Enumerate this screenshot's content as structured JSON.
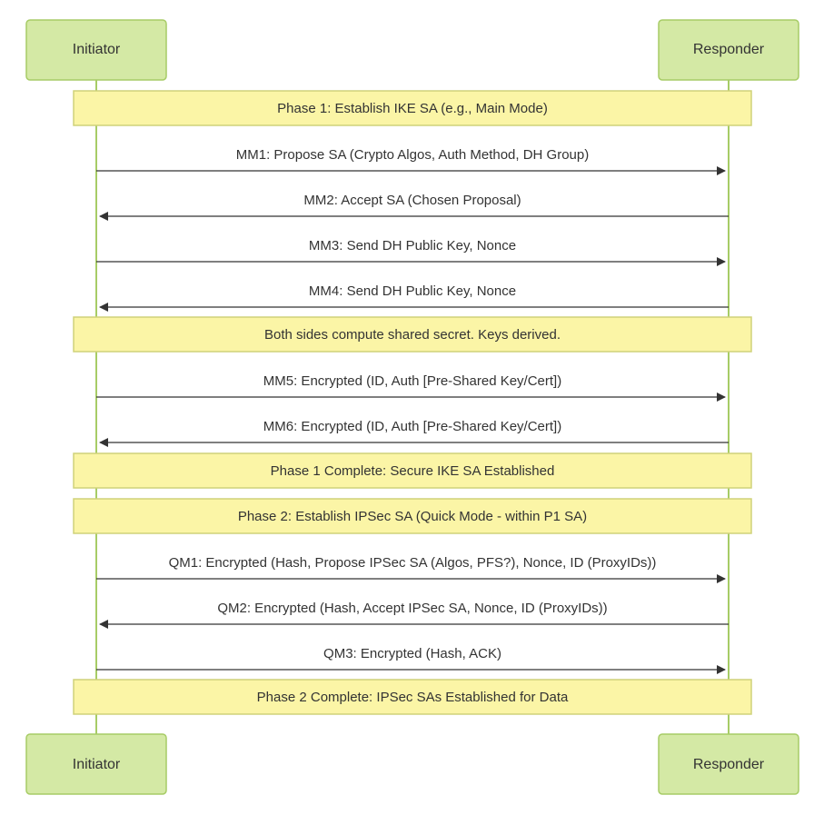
{
  "actors": {
    "initiator": "Initiator",
    "responder": "Responder"
  },
  "colors": {
    "actor_fill": "#d4e9a5",
    "actor_border": "#a7cc66",
    "lifeline": "#a7cc66",
    "note_fill": "#fbf5a6",
    "note_border": "#cfd27a",
    "text": "#333333"
  },
  "steps": [
    {
      "kind": "note",
      "text": "Phase 1: Establish IKE SA (e.g., Main Mode)"
    },
    {
      "kind": "message",
      "from": "initiator",
      "to": "responder",
      "text": "MM1: Propose SA (Crypto Algos, Auth Method, DH Group)"
    },
    {
      "kind": "message",
      "from": "responder",
      "to": "initiator",
      "text": "MM2: Accept SA (Chosen Proposal)"
    },
    {
      "kind": "message",
      "from": "initiator",
      "to": "responder",
      "text": "MM3: Send DH Public Key, Nonce"
    },
    {
      "kind": "message",
      "from": "responder",
      "to": "initiator",
      "text": "MM4: Send DH Public Key, Nonce"
    },
    {
      "kind": "note",
      "text": "Both sides compute shared secret. Keys derived."
    },
    {
      "kind": "message",
      "from": "initiator",
      "to": "responder",
      "text": "MM5: Encrypted (ID, Auth [Pre-Shared Key/Cert])"
    },
    {
      "kind": "message",
      "from": "responder",
      "to": "initiator",
      "text": "MM6: Encrypted (ID, Auth [Pre-Shared Key/Cert])"
    },
    {
      "kind": "note",
      "text": "Phase 1 Complete: Secure IKE SA Established"
    },
    {
      "kind": "note",
      "text": "Phase 2: Establish IPSec SA (Quick Mode - within P1 SA)"
    },
    {
      "kind": "message",
      "from": "initiator",
      "to": "responder",
      "text": "QM1: Encrypted (Hash, Propose IPSec SA (Algos, PFS?), Nonce, ID (ProxyIDs))"
    },
    {
      "kind": "message",
      "from": "responder",
      "to": "initiator",
      "text": "QM2: Encrypted (Hash, Accept IPSec SA, Nonce, ID (ProxyIDs))"
    },
    {
      "kind": "message",
      "from": "initiator",
      "to": "responder",
      "text": "QM3: Encrypted (Hash, ACK)"
    },
    {
      "kind": "note",
      "text": "Phase 2 Complete: IPSec SAs Established for Data"
    }
  ]
}
